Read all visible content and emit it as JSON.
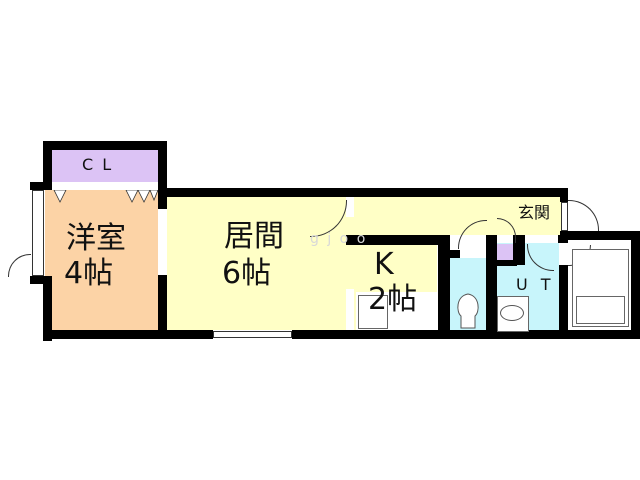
{
  "floor_plan": {
    "rooms": {
      "closet": {
        "label": "C L",
        "color": "#dcc3f5"
      },
      "western_room": {
        "label_line1": "洋室",
        "label_line2": "4帖",
        "color": "#fcd3a6"
      },
      "living": {
        "label_line1": "居間",
        "label_line2": "6帖",
        "color": "#ffffc6"
      },
      "kitchen": {
        "label_line1": "K",
        "label_line2": "2帖",
        "color": "#ffffc6"
      },
      "entrance": {
        "label": "玄関",
        "color": "#ffffc6"
      },
      "toilet": {
        "label": "",
        "color": "#c8f5fb"
      },
      "utility": {
        "label": "U T",
        "color": "#c8f5fb"
      },
      "bath": {
        "label": "",
        "color": "#ffffff"
      },
      "storage_small": {
        "label": "",
        "color": "#dcc3f5"
      }
    },
    "watermark": "g j o o"
  }
}
